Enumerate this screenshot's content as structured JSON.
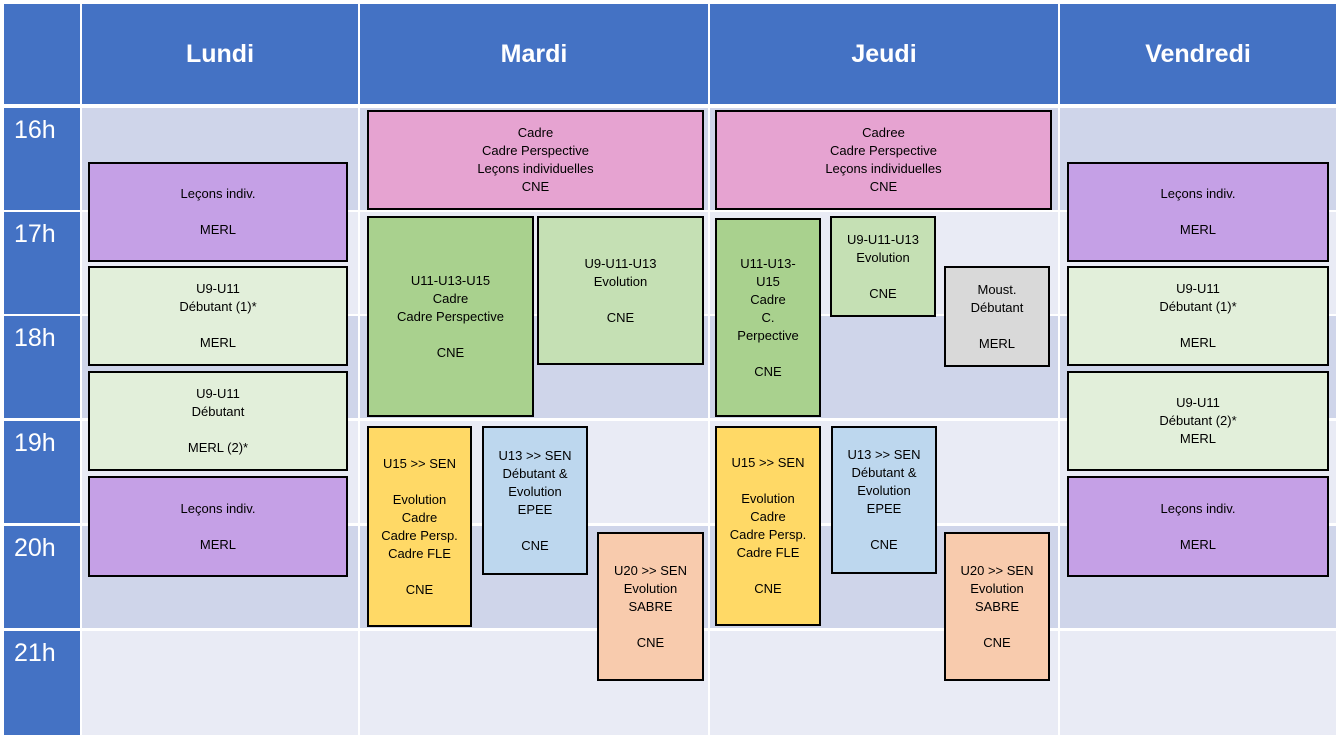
{
  "days": [
    "Lundi",
    "Mardi",
    "Jeudi",
    "Vendredi"
  ],
  "hours": [
    "16h",
    "17h",
    "18h",
    "19h",
    "20h",
    "21h"
  ],
  "events": {
    "mardi_cadre": "Cadre\nCadre Perspective\nLeçons individuelles\nCNE",
    "jeudi_cadre": "Cadree\nCadre Perspective\nLeçons individuelles\nCNE",
    "lundi_lecons_1": "Leçons indiv.\n\nMERL",
    "lundi_u9_1": "U9-U11\nDébutant (1)*\n\nMERL",
    "lundi_u9_2": "U9-U11\nDébutant\n\nMERL (2)*",
    "lundi_lecons_2": "Leçons indiv.\n\nMERL",
    "mardi_u11": "U11-U13-U15\nCadre\nCadre Perspective\n\nCNE",
    "mardi_u9_evo": "U9-U11-U13\nEvolution\n\nCNE",
    "mardi_u15": "U15 >> SEN\n\nEvolution\nCadre\nCadre Persp.\nCadre FLE\n\nCNE",
    "mardi_u13": "U13 >> SEN\nDébutant  &\nEvolution\nEPEE\n\nCNE",
    "mardi_u20": "U20 >> SEN\nEvolution\nSABRE\n\nCNE",
    "jeudi_u11": "U11-U13-\nU15\nCadre\nC.\nPerpective\n\nCNE",
    "jeudi_u9_evo": "U9-U11-U13\nEvolution\n\nCNE",
    "jeudi_moust": "Moust.\nDébutant\n\nMERL",
    "jeudi_u15": "U15 >> SEN\n\nEvolution\nCadre\nCadre Persp.\nCadre FLE\n\nCNE",
    "jeudi_u13": "U13 >> SEN\nDébutant  &\nEvolution\nEPEE\n\nCNE",
    "jeudi_u20": "U20 >> SEN\nEvolution\nSABRE\n\nCNE",
    "vendredi_lecons_1": "Leçons indiv.\n\nMERL",
    "vendredi_u9_1": "U9-U11\nDébutant (1)*\n\nMERL",
    "vendredi_u9_2": "U9-U11\nDébutant  (2)*\nMERL",
    "vendredi_lecons_2": "Leçons indiv.\n\nMERL"
  }
}
